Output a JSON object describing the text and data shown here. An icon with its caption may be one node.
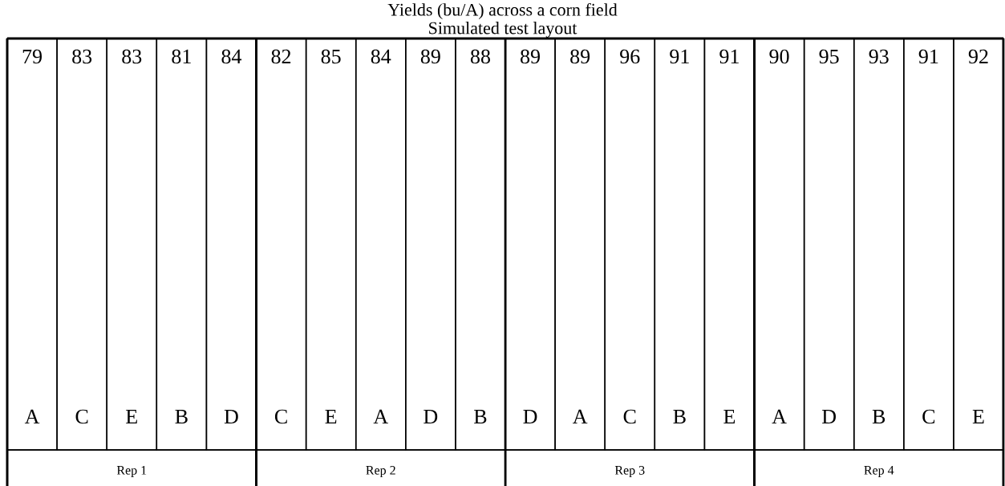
{
  "diagram": {
    "title": "Yields (bu/A) across a corn field",
    "nodes": [
      {
        "text": [
          "79",
          "A"
        ]
      },
      {
        "text": [
          "83",
          "C"
        ]
      },
      {
        "text": [
          "83",
          "E"
        ]
      },
      {
        "text": [
          "81",
          "B"
        ]
      },
      {
        "text": [
          "84",
          "D"
        ]
      },
      {
        "text": [
          "82",
          "C"
        ]
      },
      {
        "text": [
          "85",
          "E"
        ]
      },
      {
        "text": [
          "84",
          "A"
        ]
      },
      {
        "text": [
          "89",
          "D"
        ]
      },
      {
        "text": [
          "88",
          "B"
        ]
      },
      {
        "text": [
          "89",
          "D"
        ]
      },
      {
        "text": [
          "89",
          "A"
        ]
      },
      {
        "text": [
          "96",
          "C"
        ]
      },
      {
        "text": [
          "91",
          "B"
        ]
      },
      {
        "text": [
          "91",
          "E"
        ]
      },
      {
        "text": [
          "90",
          "A"
        ]
      },
      {
        "text": [
          "95",
          "D"
        ]
      },
      {
        "text": [
          "93",
          "B"
        ]
      },
      {
        "text": [
          "91",
          "C"
        ]
      },
      {
        "text": [
          "92",
          "E"
        ]
      },
      {
        "text": [
          "Rep 1"
        ]
      },
      {
        "text": [
          "Rep 2"
        ]
      },
      {
        "text": [
          "Rep 3"
        ]
      },
      {
        "text": [
          "Rep 4"
        ]
      }
    ],
    "labels": [
      "Simulated test layout"
    ]
  }
}
